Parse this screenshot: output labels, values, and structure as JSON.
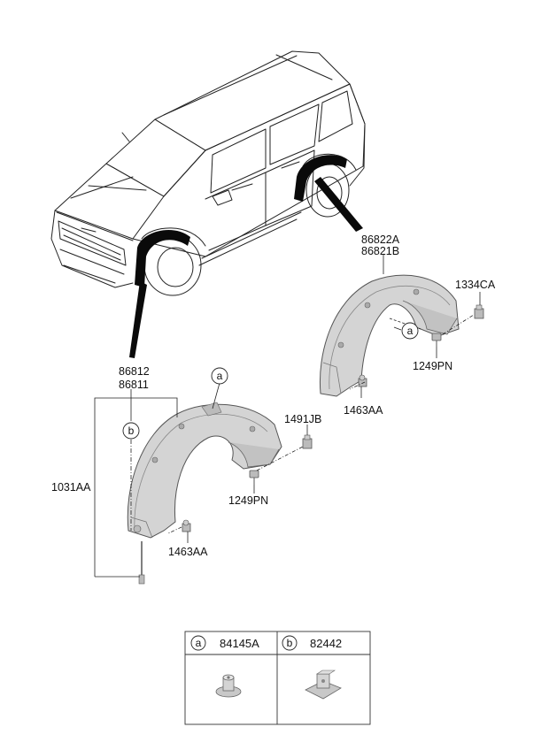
{
  "callouts": {
    "a": "a",
    "b": "b"
  },
  "part_numbers": {
    "rear_upper": "86822A",
    "rear_lower": "86821B",
    "rear_bolt_clip": "1334CA",
    "rear_screw": "1249PN",
    "rear_clip": "1463AA",
    "front_upper": "86812",
    "front_lower": "86811",
    "front_nut": "1491JB",
    "front_screw": "1249PN",
    "front_clip": "1463AA",
    "front_fastener_set": "1031AA"
  },
  "legend_table": {
    "col_a_letter": "a",
    "col_a_part": "84145A",
    "col_b_letter": "b",
    "col_b_part": "82442"
  }
}
